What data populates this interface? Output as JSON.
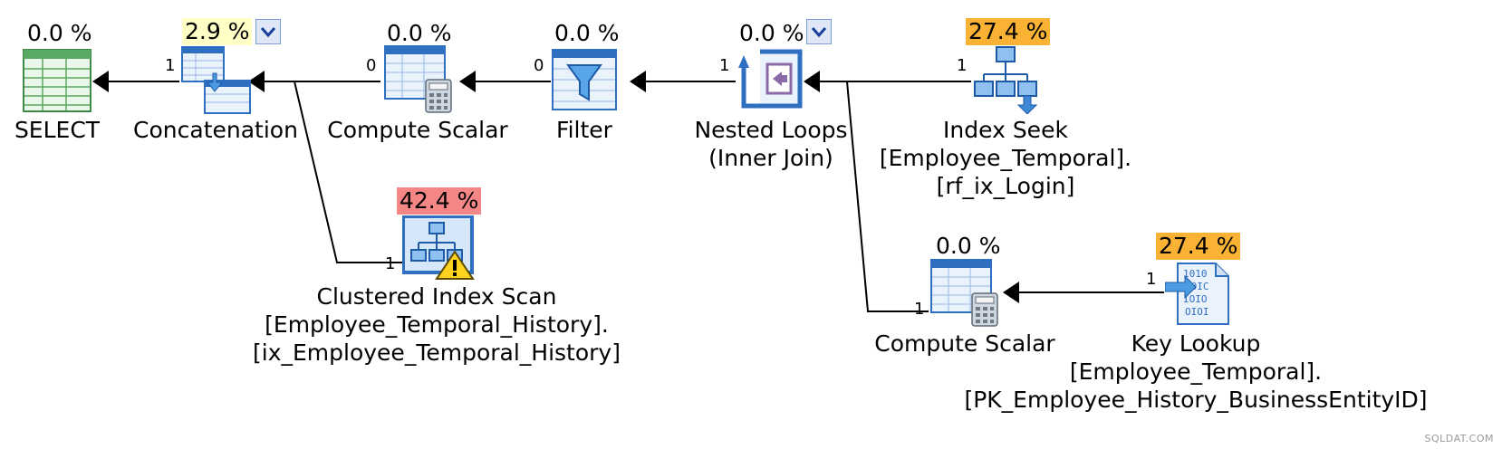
{
  "plan": {
    "nodes": [
      {
        "id": "select",
        "cost": "0.0 %",
        "lines": [
          "SELECT"
        ]
      },
      {
        "id": "concatenation",
        "cost": "2.9 %",
        "lines": [
          "Concatenation"
        ]
      },
      {
        "id": "compute-scalar-1",
        "cost": "0.0 %",
        "lines": [
          "Compute Scalar"
        ]
      },
      {
        "id": "filter",
        "cost": "0.0 %",
        "lines": [
          "Filter"
        ]
      },
      {
        "id": "nested-loops",
        "cost": "0.0 %",
        "lines": [
          "Nested Loops",
          "(Inner Join)"
        ]
      },
      {
        "id": "index-seek",
        "cost": "27.4 %",
        "lines": [
          "Index Seek",
          "[Employee_Temporal].",
          "[rf_ix_Login]"
        ]
      },
      {
        "id": "clustered-index-scan",
        "cost": "42.4 %",
        "lines": [
          "Clustered Index Scan",
          "[Employee_Temporal_History].",
          "[ix_Employee_Temporal_History]"
        ]
      },
      {
        "id": "compute-scalar-2",
        "cost": "0.0 %",
        "lines": [
          "Compute Scalar"
        ]
      },
      {
        "id": "key-lookup",
        "cost": "27.4 %",
        "lines": [
          "Key Lookup",
          "[Employee_Temporal].",
          "[PK_Employee_History_BusinessEntityID]"
        ]
      }
    ],
    "row_counts": {
      "concat_to_select": "1",
      "compute1_to_concat": "0",
      "filter_to_compute1": "0",
      "nested_to_filter": "1",
      "seek_to_nested": "1",
      "scan_to_concat": "1",
      "compute2_to_nested": "1",
      "lookup_to_compute2": "1"
    },
    "colors": {
      "high_cost": "#f9b234",
      "max_cost": "#f58686",
      "warning_cost": "#ffffc6",
      "dropdown": "#dfe7f7",
      "icon_blue": "#2f6fc1",
      "select_green": "#5aa862"
    },
    "watermark": "SQLDAT.COM"
  }
}
